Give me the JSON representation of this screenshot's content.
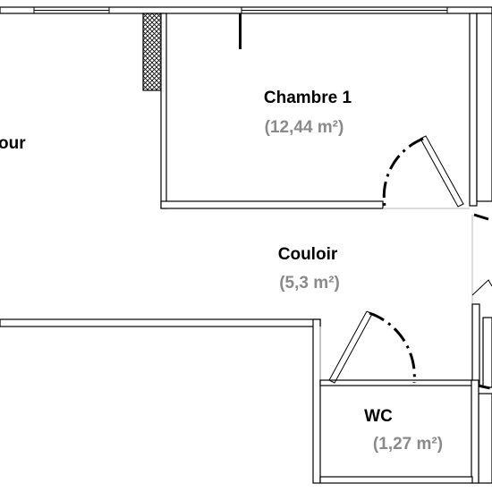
{
  "rooms": {
    "sejour": {
      "name_fragment": "our"
    },
    "chambre": {
      "name": "Chambre 1",
      "area": "(12,44 m²)"
    },
    "couloir": {
      "name": "Couloir",
      "area": "(5,3 m²)"
    },
    "wc": {
      "name": "WC",
      "area": "(1,27 m²)"
    }
  },
  "colors": {
    "wall": "#000000",
    "hatch_fill": "#ffffff",
    "area_text": "#8a8a8a",
    "opening_line": "#b8b8b8",
    "background": "#ffffff"
  }
}
